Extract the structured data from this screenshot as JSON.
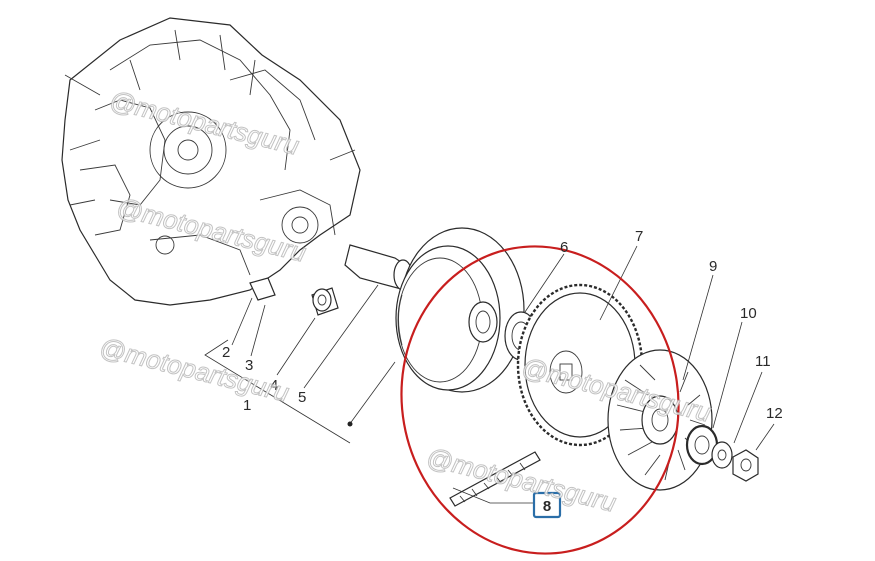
{
  "callouts": {
    "c1": "1",
    "c2": "2",
    "c3": "3",
    "c4": "4",
    "c5": "5",
    "c6": "6",
    "c7": "7",
    "c8": "8",
    "c9": "9",
    "c10": "10",
    "c11": "11",
    "c12": "12"
  },
  "watermark": "@motopartsguru",
  "colors": {
    "highlight_ellipse": "#c81e1e",
    "selected_box": "#2a6ea8",
    "line_art": "#2b2b2b"
  }
}
